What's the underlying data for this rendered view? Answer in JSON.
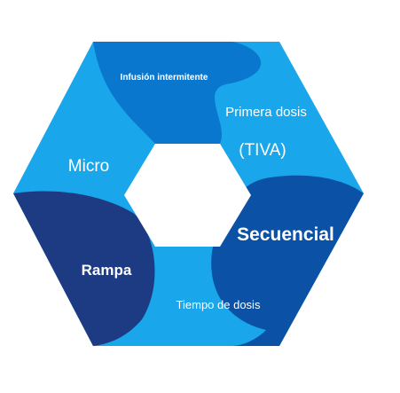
{
  "colors": {
    "background": "#ffffff",
    "light_blue": "#1aa6ea",
    "medium_blue": "#0a77cf",
    "deep_blue": "#0b52a6",
    "navy": "#1c3b82",
    "label": "#ffffff"
  },
  "segments": [
    {
      "id": "infusion-intermitente",
      "label": "Infusión intermitente",
      "color": "medium_blue"
    },
    {
      "id": "primera-dosis",
      "label": "Primera dosis",
      "color": "light_blue"
    },
    {
      "id": "tiva",
      "label": "(TIVA)",
      "color": "light_blue"
    },
    {
      "id": "micro",
      "label": "Micro",
      "color": "light_blue"
    },
    {
      "id": "secuencial",
      "label": "Secuencial",
      "color": "deep_blue"
    },
    {
      "id": "rampa",
      "label": "Rampa",
      "color": "navy"
    },
    {
      "id": "tiempo-de-dosis",
      "label": "Tiempo de dosis",
      "color": "light_blue"
    }
  ]
}
